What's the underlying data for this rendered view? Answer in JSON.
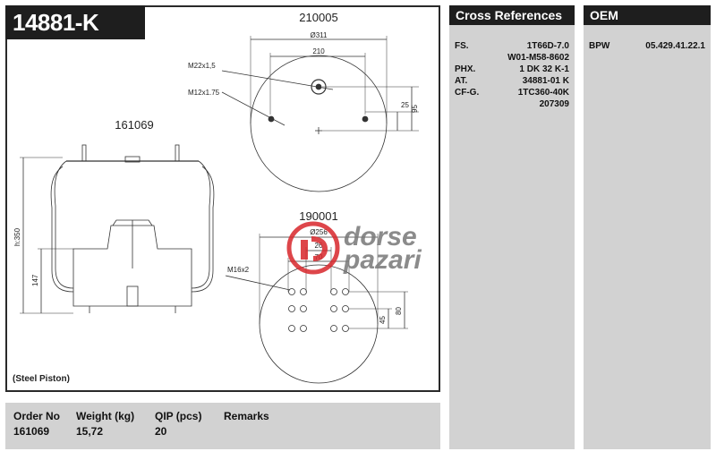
{
  "part_number": "14881-K",
  "drawing": {
    "top_plate_code": "210005",
    "top_dia": "Ø311",
    "top_spacing": "210",
    "top_stud_label": "M22x1,5",
    "top_bolt_label": "M12x1.75",
    "top_offset_25": "25",
    "top_offset_95": "95",
    "side_code": "161069",
    "height_label": "h:350",
    "piston_height": "147",
    "bottom_plate_code": "190001",
    "bottom_dia": "Ø256",
    "bottom_dim_26": "26",
    "bottom_dim_70": "70",
    "bottom_bolt_label": "M16x2",
    "bottom_dim_45": "45",
    "bottom_dim_80": "80",
    "piston_note": "(Steel Piston)"
  },
  "watermark": {
    "line1": "dorse",
    "line2": "pazari",
    "mark": "®"
  },
  "order_info": {
    "headers": [
      "Order No",
      "Weight (kg)",
      "QIP (pcs)",
      "Remarks"
    ],
    "values": [
      "161069",
      "15,72",
      "20",
      ""
    ]
  },
  "cross_references": {
    "title": "Cross References",
    "rows": [
      {
        "brand": "FS.",
        "code": "1T66D-7.0"
      },
      {
        "brand": "",
        "code": "W01-M58-8602"
      },
      {
        "brand": "PHX.",
        "code": "1 DK 32 K-1"
      },
      {
        "brand": "AT.",
        "code": "34881-01 K"
      },
      {
        "brand": "CF-G.",
        "code": "1TC360-40K"
      },
      {
        "brand": "",
        "code": "207309"
      }
    ]
  },
  "oem": {
    "title": "OEM",
    "rows": [
      {
        "brand": "BPW",
        "code": "05.429.41.22.1"
      }
    ]
  },
  "colors": {
    "dark": "#1e1e1e",
    "panel": "#d2d2d2",
    "watermark_red": "#d8262b",
    "watermark_gray": "#777777"
  }
}
